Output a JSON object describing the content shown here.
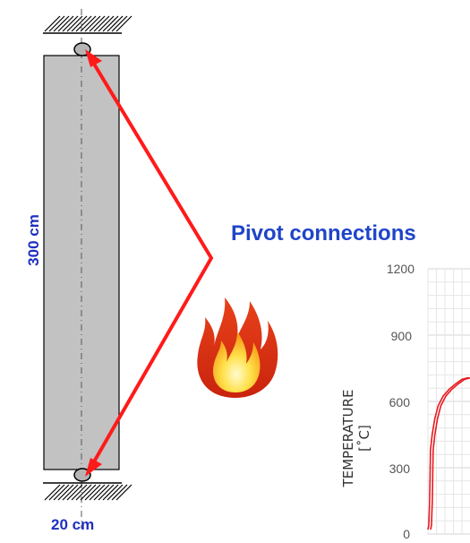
{
  "labels": {
    "height": "300 cm",
    "width": "20 cm",
    "pivot": "Pivot connections"
  },
  "colors": {
    "dimension_text": "#1f2fbf",
    "pivot_text": "#1f45c8",
    "arrow": "#ff1a1a",
    "column_fill": "#c2c2c2",
    "curve": "#e8191e",
    "grid": "#e6e6e6"
  },
  "icons": {
    "fire": "fire-icon",
    "support_top": "hatched-fixed-support-icon",
    "support_bottom": "hatched-fixed-support-icon"
  },
  "chart_data": {
    "type": "line",
    "ylabel": "TEMPERATURE [˚C]",
    "yticks": [
      "1200",
      "900",
      "600",
      "300",
      "0"
    ],
    "ylim": [
      0,
      1200
    ],
    "grid": true,
    "series": [
      {
        "points": [
          [
            0,
            20
          ],
          [
            1,
            40
          ],
          [
            2,
            150
          ],
          [
            3,
            380
          ],
          [
            5,
            450
          ],
          [
            8,
            520
          ],
          [
            12,
            580
          ],
          [
            18,
            625
          ],
          [
            25,
            655
          ],
          [
            32,
            678
          ],
          [
            40,
            700
          ],
          [
            48,
            708
          ]
        ]
      }
    ]
  }
}
